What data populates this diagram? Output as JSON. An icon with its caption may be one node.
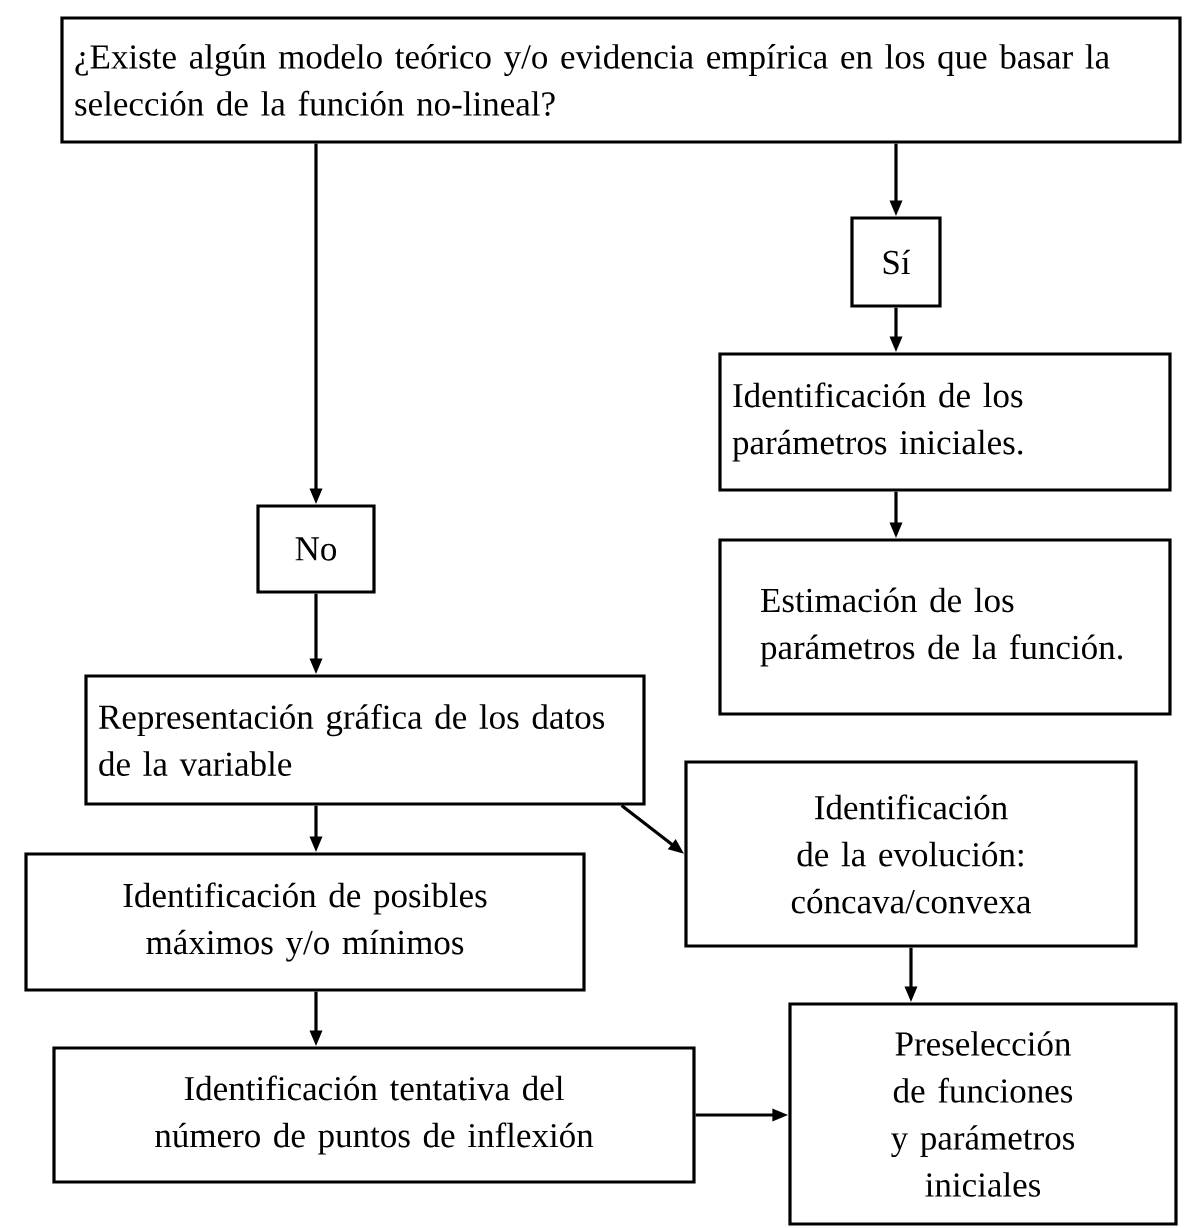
{
  "diagram": {
    "nodes": [
      {
        "text": [
          "¿Existe algún modelo teórico y/o evidencia empírica en los que basar la selección de la función no-lineal?"
        ]
      },
      {
        "text": [
          "Sí"
        ]
      },
      {
        "text": [
          "Identificación de los parámetros iniciales."
        ]
      },
      {
        "text": [
          "Estimación de los parámetros de la función."
        ]
      },
      {
        "text": [
          "No"
        ]
      },
      {
        "text": [
          "Representación gráfica de los datos de la variable"
        ]
      },
      {
        "text": [
          "Identificación de la evolución: cóncava/convexa"
        ]
      },
      {
        "text": [
          "Identificación de posibles máximos y/o mínimos"
        ]
      },
      {
        "text": [
          "Identificación tentativa del número de puntos de inflexión"
        ]
      },
      {
        "text": [
          "Preselección de funciones y parámetros iniciales"
        ]
      }
    ],
    "edges": [
      {
        "from": 0,
        "to": 4,
        "arrow": "to"
      },
      {
        "from": 0,
        "to": 1,
        "arrow": "to"
      },
      {
        "from": 1,
        "to": 2,
        "arrow": "to"
      },
      {
        "from": 2,
        "to": 3,
        "arrow": "to"
      },
      {
        "from": 4,
        "to": 5,
        "arrow": "to"
      },
      {
        "from": 5,
        "to": 7,
        "arrow": "to"
      },
      {
        "from": 5,
        "to": 6,
        "arrow": "to"
      },
      {
        "from": 7,
        "to": 8,
        "arrow": "to"
      },
      {
        "from": 8,
        "to": 9,
        "arrow": "to"
      },
      {
        "from": 6,
        "to": 9,
        "arrow": "to"
      }
    ]
  }
}
